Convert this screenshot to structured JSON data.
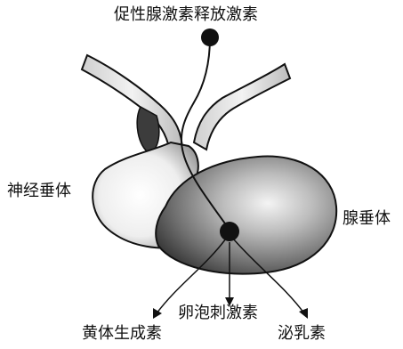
{
  "labels": {
    "releasing_hormone": "促性腺激素释放激素",
    "neurohypophysis": "神经垂体",
    "adenohypophysis": "腺垂体",
    "fsh": "卵泡刺激素",
    "lh": "黄体生成素",
    "prolactin": "泌乳素"
  },
  "colors": {
    "ink": "#111111",
    "neuro_fill": "#e6e6e6",
    "adeno_fill": "#8a8a8a"
  }
}
